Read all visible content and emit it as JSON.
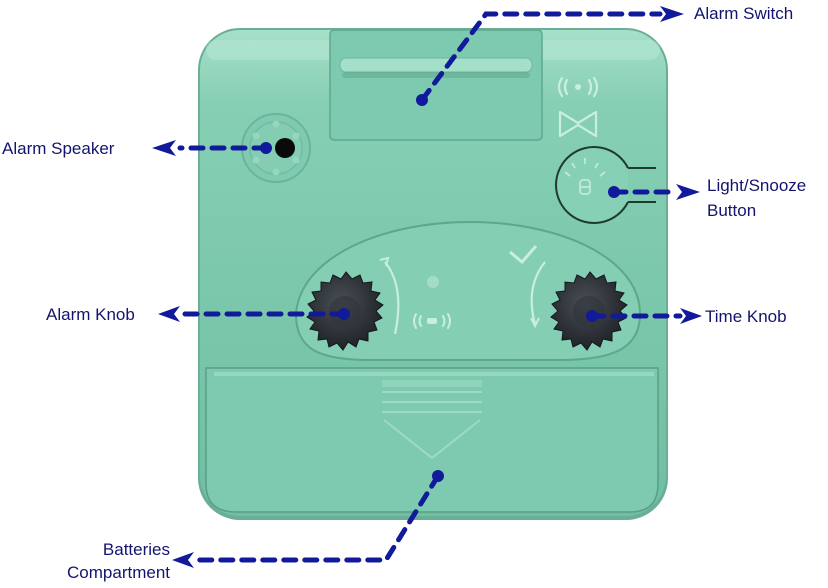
{
  "diagram": {
    "subject": "Alarm clock back panel",
    "colors": {
      "body": "#7cc7ac",
      "body_light": "#9fdac4",
      "body_shadow": "#5aa88c",
      "knob": "#2b2f35",
      "leader_line": "#101a9a",
      "label_text": "#14146e",
      "speaker_hole": "#0a0a0a"
    },
    "labels": {
      "alarm_switch": "Alarm Switch",
      "alarm_speaker": "Alarm Speaker",
      "light_snooze_line1": "Light/Snooze",
      "light_snooze_line2": "Button",
      "alarm_knob": "Alarm Knob",
      "time_knob": "Time Knob",
      "batteries_line1": "Batteries",
      "batteries_line2": "Compartment"
    },
    "icons": {
      "alarm_on": "sound-waves-icon",
      "alarm_off": "bowtie-icon",
      "light": "bulb-icon",
      "alarm_knob_marker": "sound-waves-icon",
      "battery_arrow": "down-arrow-icon"
    }
  }
}
